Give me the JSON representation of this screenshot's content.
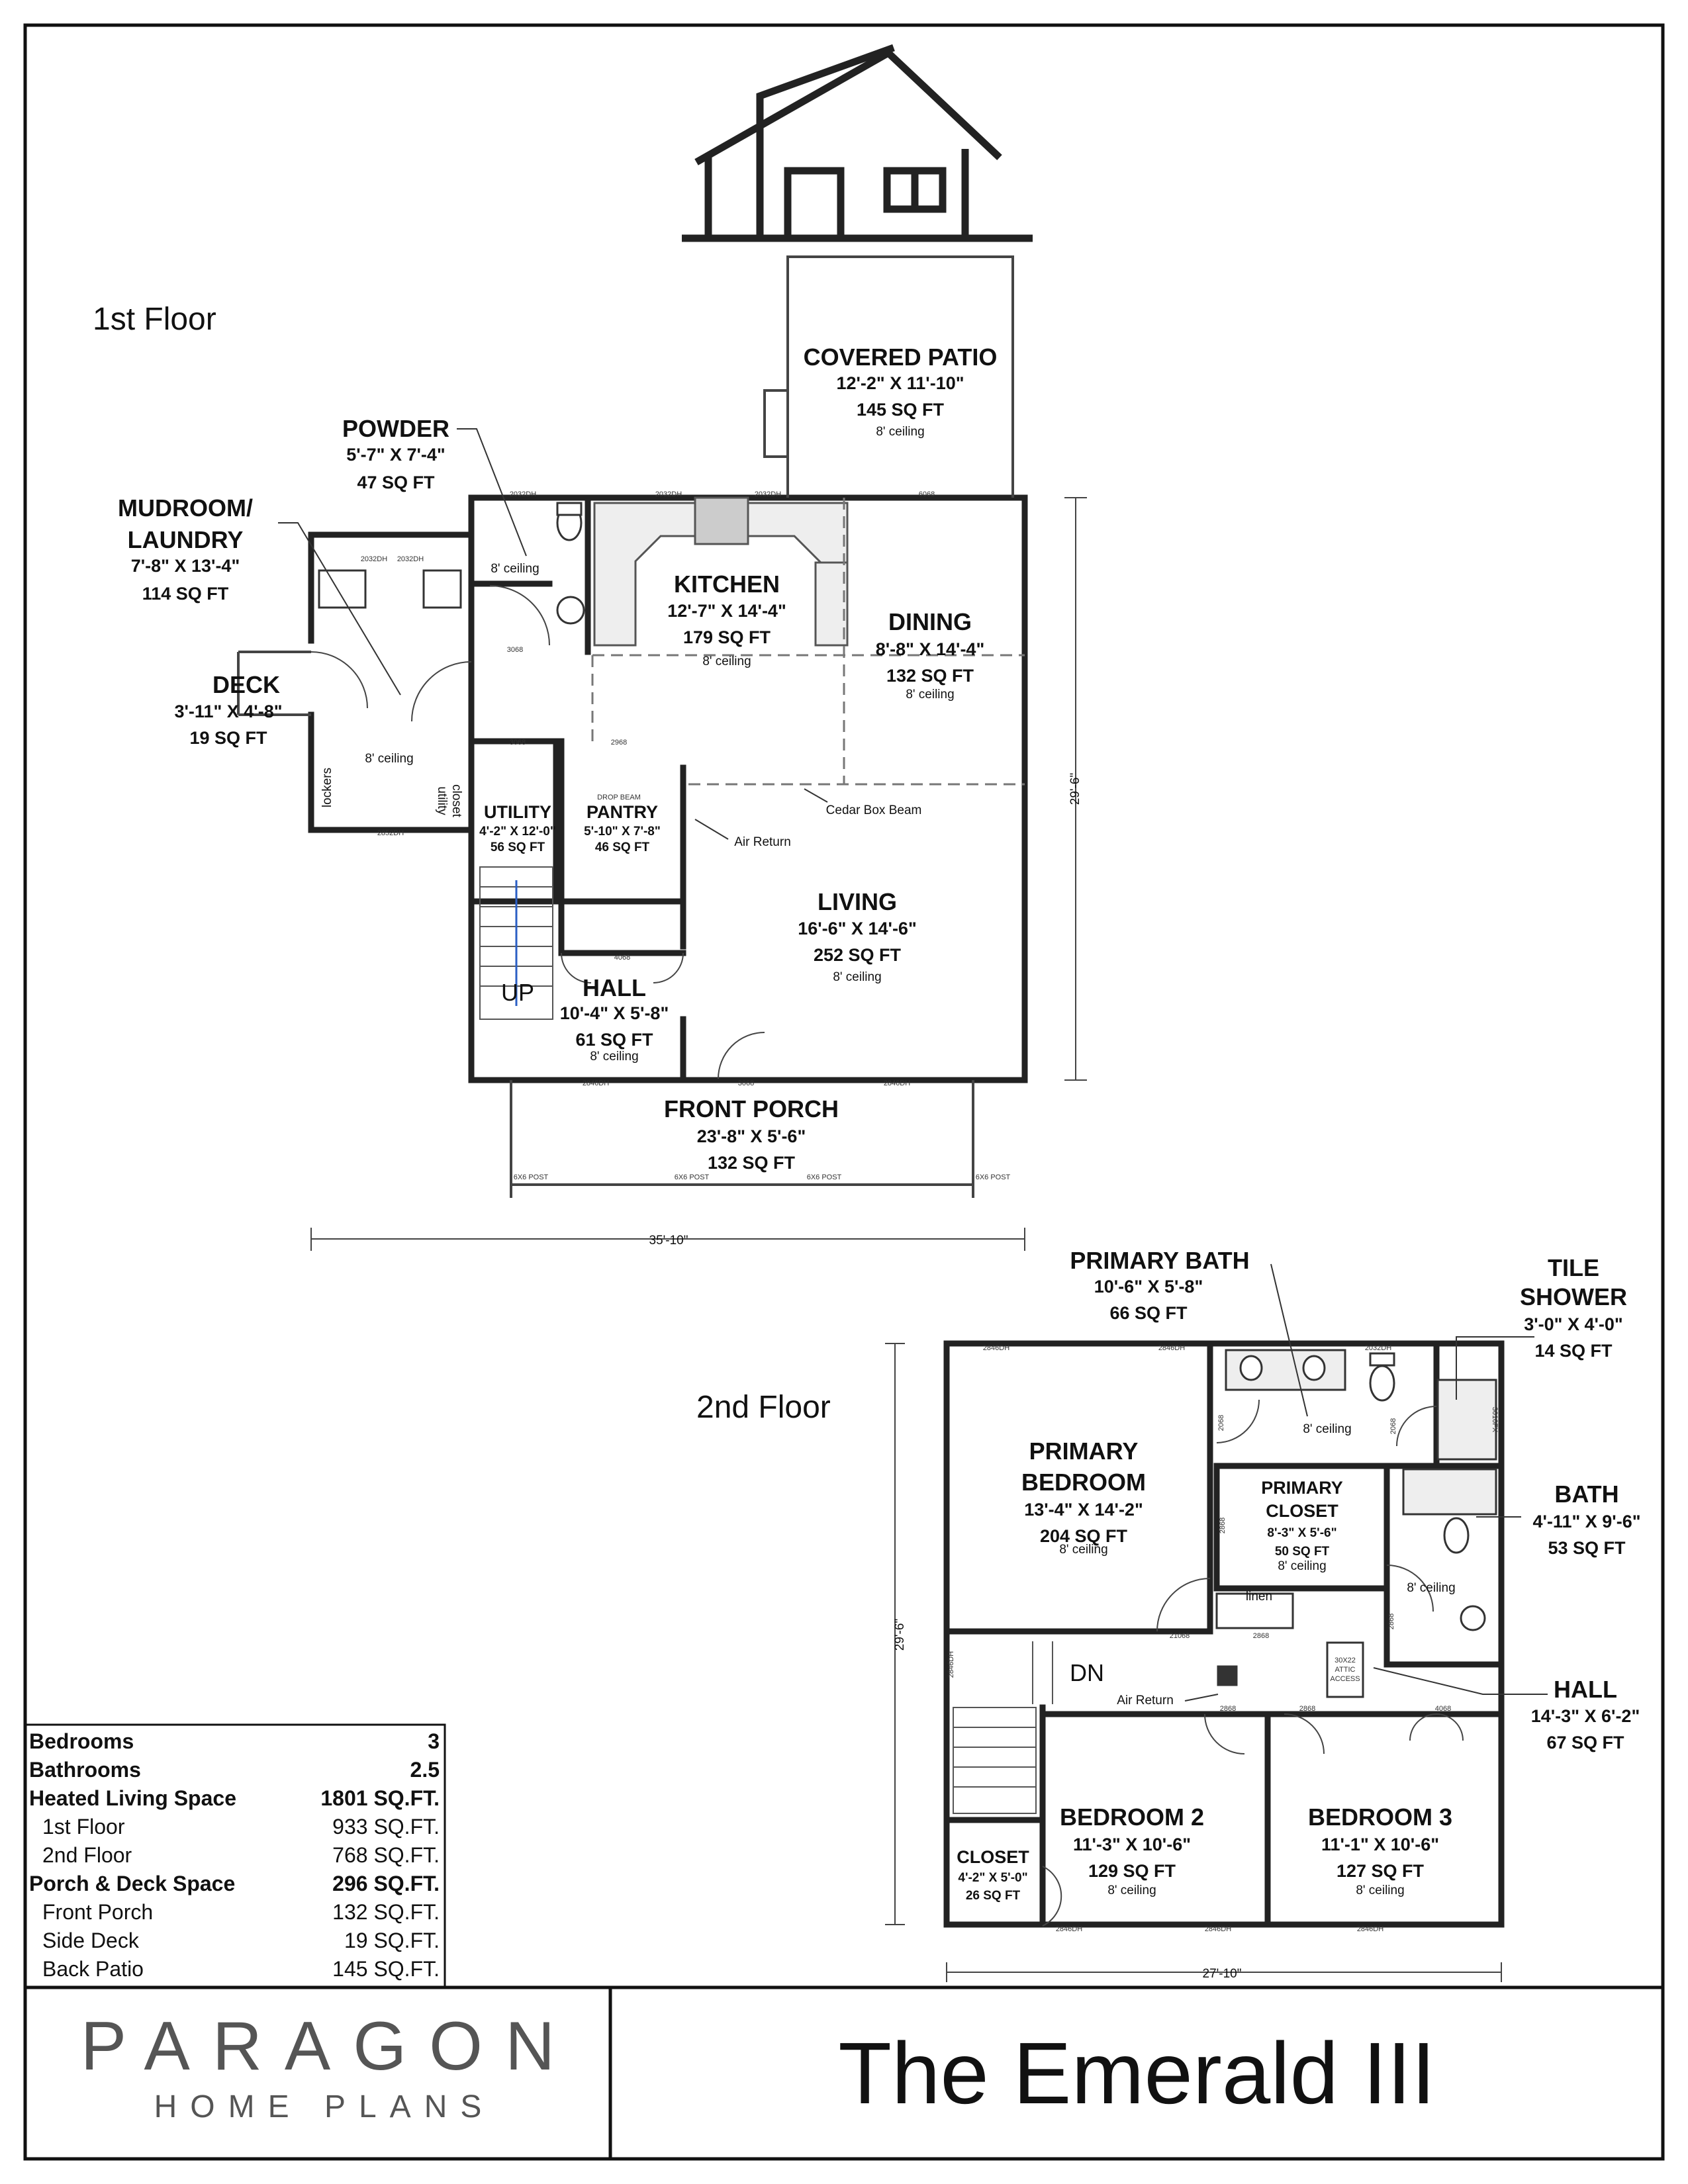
{
  "floors": {
    "first": "1st Floor",
    "second": "2nd Floor"
  },
  "rooms": {
    "covered_patio": {
      "name": "COVERED PATIO",
      "dim": "12'-2\" X 11'-10\"",
      "area": "145 SQ FT",
      "ceiling": "8' ceiling"
    },
    "powder": {
      "name": "POWDER",
      "dim": "5'-7\" X 7'-4\"",
      "area": "47 SQ FT",
      "ceiling": "8' ceiling"
    },
    "mudroom": {
      "name1": "MUDROOM/",
      "name2": "LAUNDRY",
      "dim": "7'-8\" X 13'-4\"",
      "area": "114 SQ FT",
      "ceiling": "8' ceiling"
    },
    "kitchen": {
      "name": "KITCHEN",
      "dim": "12'-7\" X 14'-4\"",
      "area": "179 SQ FT",
      "ceiling": "8' ceiling"
    },
    "dining": {
      "name": "DINING",
      "dim": "8'-8\" X 14'-4\"",
      "area": "132 SQ FT",
      "ceiling": "8' ceiling"
    },
    "deck": {
      "name": "DECK",
      "dim": "3'-11\" X 4'-8\"",
      "area": "19 SQ FT"
    },
    "utility": {
      "name": "UTILITY",
      "dim": "4'-2\" X 12'-0\"",
      "area": "56 SQ FT"
    },
    "pantry": {
      "name": "PANTRY",
      "dim": "5'-10\" X 7'-8\"",
      "area": "46 SQ FT"
    },
    "living": {
      "name": "LIVING",
      "dim": "16'-6\" X 14'-6\"",
      "area": "252 SQ FT",
      "ceiling": "8' ceiling"
    },
    "hall1": {
      "name": "HALL",
      "dim": "10'-4\" X 5'-8\"",
      "area": "61 SQ FT",
      "ceiling": "8' ceiling"
    },
    "front_porch": {
      "name": "FRONT PORCH",
      "dim": "23'-8\" X 5'-6\"",
      "area": "132 SQ FT"
    },
    "primary_bath": {
      "name": "PRIMARY BATH",
      "dim": "10'-6\" X 5'-8\"",
      "area": "66 SQ FT",
      "ceiling": "8' ceiling"
    },
    "tile_shower": {
      "name1": "TILE",
      "name2": "SHOWER",
      "dim": "3'-0\" X 4'-0\"",
      "area": "14 SQ FT"
    },
    "primary_bedroom": {
      "name1": "PRIMARY",
      "name2": "BEDROOM",
      "dim": "13'-4\" X 14'-2\"",
      "area": "204 SQ FT",
      "ceiling": "8' ceiling"
    },
    "primary_closet": {
      "name1": "PRIMARY",
      "name2": "CLOSET",
      "dim": "8'-3\" X 5'-6\"",
      "area": "50 SQ FT",
      "ceiling": "8' ceiling"
    },
    "bath": {
      "name": "BATH",
      "dim": "4'-11\" X 9'-6\"",
      "area": "53 SQ FT",
      "ceiling": "8' ceiling"
    },
    "hall2": {
      "name": "HALL",
      "dim": "14'-3\" X 6'-2\"",
      "area": "67 SQ FT"
    },
    "bedroom2": {
      "name": "BEDROOM 2",
      "dim": "11'-3\" X 10'-6\"",
      "area": "129 SQ FT",
      "ceiling": "8' ceiling"
    },
    "bedroom3": {
      "name": "BEDROOM 3",
      "dim": "11'-1\" X 10'-6\"",
      "area": "127 SQ FT",
      "ceiling": "8' ceiling"
    },
    "closet": {
      "name": "CLOSET",
      "dim": "4'-2\" X 5'-0\"",
      "area": "26 SQ FT"
    }
  },
  "labels": {
    "ceiling_generic": "8' ceiling",
    "lockers": "lockers",
    "utility_closet1": "utility",
    "utility_closet2": "closet",
    "cedar_box_beam": "Cedar Box Beam",
    "air_return": "Air Return",
    "up": "UP",
    "dn": "DN",
    "linen": "linen",
    "drop_beam": "DROP BEAM",
    "attic1": "30X22",
    "attic2": "ATTIC",
    "attic3": "ACCESS"
  },
  "tags": {
    "w2032dh": "2032DH",
    "w2846dh": "2846DH",
    "w2852dh": "2852DH",
    "d3068": "3068",
    "d2968": "2968",
    "d2868": "2868",
    "d4068": "4068",
    "d6068": "6068",
    "d21068": "21068",
    "d2068": "2068",
    "post": "6X6 POST",
    "w3010fx": "3010FX"
  },
  "dimensions": {
    "first_width": "35'-10\"",
    "first_depth": "29'-6\"",
    "second_width": "27'-10\"",
    "second_depth": "29'-6\""
  },
  "stats": [
    {
      "k": "Bedrooms",
      "v": "3",
      "style": "bold"
    },
    {
      "k": "Bathrooms",
      "v": "2.5",
      "style": "bold"
    },
    {
      "k": "Heated Living Space",
      "v": "1801 SQ.FT.",
      "style": "bold"
    },
    {
      "k": "1st Floor",
      "v": "933 SQ.FT.",
      "style": "sub"
    },
    {
      "k": "2nd Floor",
      "v": "768 SQ.FT.",
      "style": "sub"
    },
    {
      "k": "Porch & Deck Space",
      "v": "296 SQ.FT.",
      "style": "bold"
    },
    {
      "k": "Front Porch",
      "v": "132 SQ.FT.",
      "style": "sub"
    },
    {
      "k": "Side Deck",
      "v": "19 SQ.FT.",
      "style": "sub"
    },
    {
      "k": "Back Patio",
      "v": "145 SQ.FT.",
      "style": "sub"
    }
  ],
  "brand": {
    "name": "PARAGON",
    "sub": "HOME PLANS"
  },
  "title": "The Emerald III"
}
